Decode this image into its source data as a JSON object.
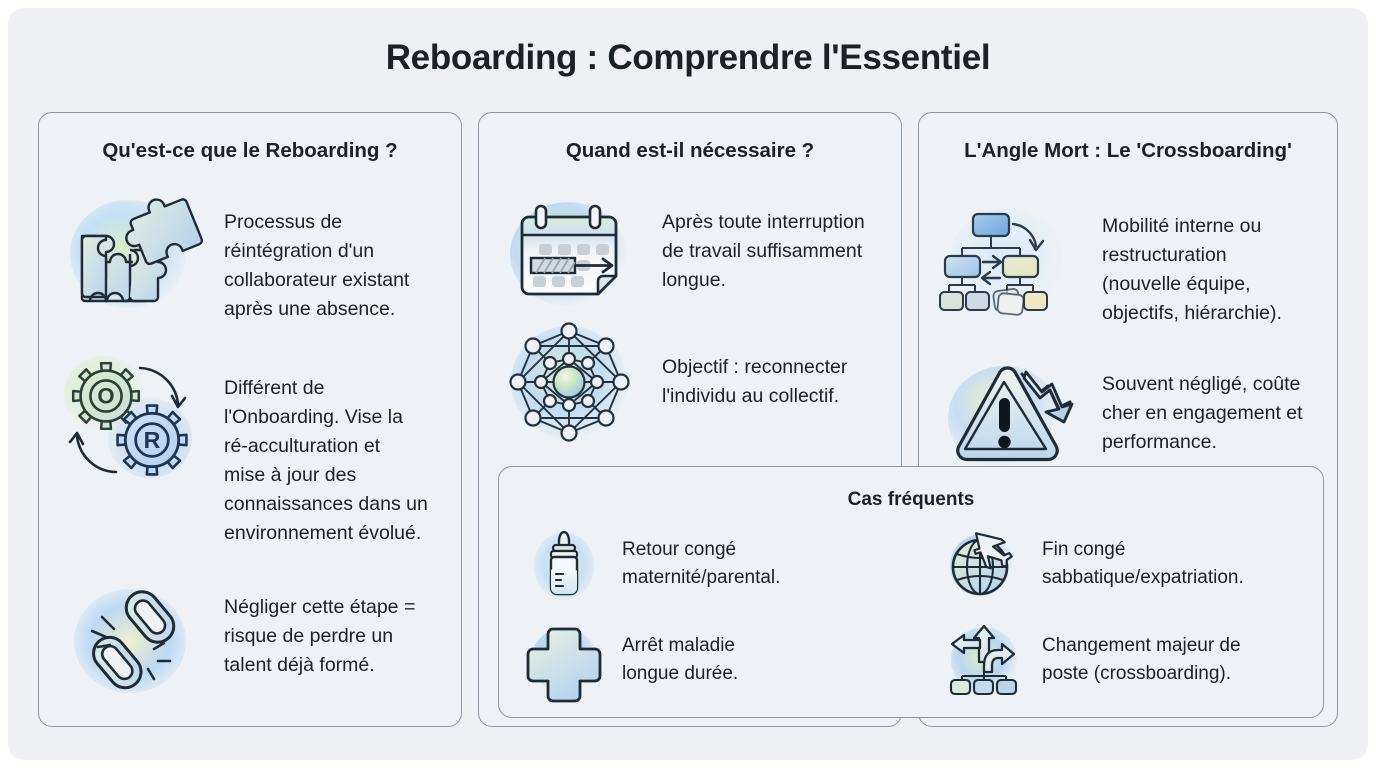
{
  "title": "Reboarding : Comprendre l'Essentiel",
  "theme": {
    "page_bg": "#ffffff",
    "stage_bg": "#eef0f4",
    "panel_bg": "#eef1f5",
    "panel_border": "#8d96a5",
    "text": "#1c2027",
    "icon_stroke": "#1f2a37",
    "glow_green": "#bfe6a8",
    "glow_blue": "#a9cdf0",
    "fill_blue": "#b9d4ee",
    "fill_green": "#cfe6c4",
    "fill_cream": "#efeccc",
    "fill_grey": "#c9cfd6"
  },
  "columns": [
    {
      "id": "col1",
      "heading": "Qu'est-ce que le Reboarding ?",
      "items": [
        {
          "icon": "puzzle-piece-icon",
          "text": "Processus de\nréintégration d'un\ncollaborateur existant\naprès une absence."
        },
        {
          "icon": "gears-onboarding-reboarding-icon",
          "text": "Différent de\nl'Onboarding. Vise la\nré-acculturation et\nmise à jour des\nconnaissances dans un\nenvironnement évolué."
        },
        {
          "icon": "broken-chain-link-icon",
          "text": "Négliger cette étape =\nrisque de perdre un\ntalent déjà formé."
        }
      ]
    },
    {
      "id": "col2",
      "heading": "Quand est-il nécessaire ?",
      "items": [
        {
          "icon": "calendar-duration-icon",
          "text": "Après toute interruption\nde travail suffisamment\nlongue."
        },
        {
          "icon": "network-nodes-icon",
          "text": "Objectif : reconnecter\nl'individu au collectif."
        }
      ]
    },
    {
      "id": "col3",
      "heading": "L'Angle Mort : Le 'Crossboarding'",
      "items": [
        {
          "icon": "org-chart-transfer-icon",
          "text": "Mobilité interne ou\nrestructuration\n(nouvelle équipe,\nobjectifs, hiérarchie)."
        },
        {
          "icon": "warning-triangle-decline-icon",
          "text": "Souvent négligé, coûte\ncher en engagement et\nperformance."
        }
      ]
    }
  ],
  "bottom_panel": {
    "heading": "Cas fréquents",
    "items": [
      {
        "icon": "baby-bottle-icon",
        "text": "Retour congé\nmaternité/parental."
      },
      {
        "icon": "medical-cross-icon",
        "text": "Arrêt maladie\nlongue durée."
      },
      {
        "icon": "globe-airplane-icon",
        "text": "Fin congé\nsabbatique/expatriation."
      },
      {
        "icon": "branching-arrows-icon",
        "text": "Changement majeur de\nposte (crossboarding)."
      }
    ]
  }
}
